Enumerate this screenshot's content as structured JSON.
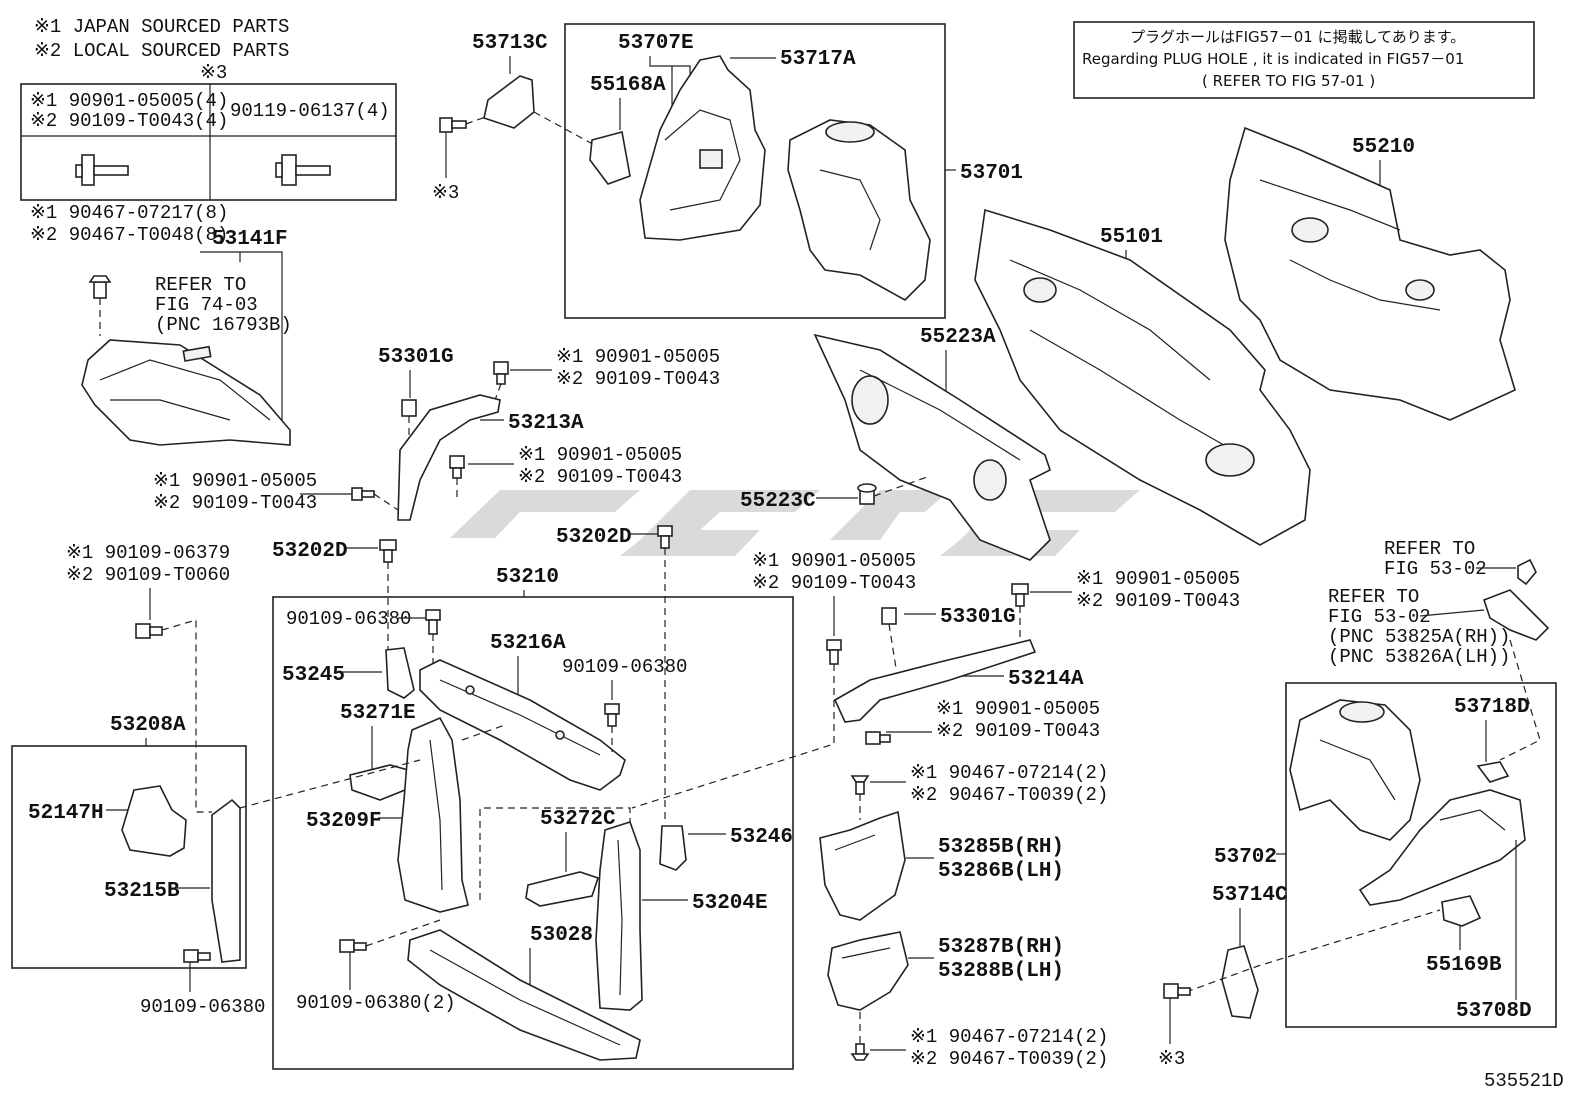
{
  "notes": {
    "japan": "※1 JAPAN SOURCED PARTS",
    "local": "※2 LOCAL SOURCED PARTS",
    "mark3": "※3",
    "mark3_a": "※3",
    "mark3_b": "※3"
  },
  "bolt_table": {
    "c1_l1": "※1 90901-05005(4)",
    "c1_l2": "※2 90109-T0043(4)",
    "c2_l1": "90119-06137(4)"
  },
  "plug_note": {
    "line1": "プラグホールはFIG57－01 に掲載してあります。",
    "line2": "Regarding PLUG HOLE , it is indicated in FIG57－01",
    "line3": "(  REFER TO FIG 57-01  )"
  },
  "refer_74": {
    "l1": "REFER TO",
    "l2": "FIG 74-03",
    "l3": "(PNC 16793B)"
  },
  "refer_53a": {
    "l1": "REFER TO",
    "l2": "FIG 53-02"
  },
  "refer_53b": {
    "l1": "REFER TO",
    "l2": "FIG 53-02",
    "l3": "(PNC 53825A(RH))",
    "l4": "(PNC 53826A(LH))"
  },
  "clip_top": {
    "l1": "※1 90467-07217(8)",
    "l2": "※2 90467-T0048(8)"
  },
  "bolt_a": {
    "l1": "※1 90901-05005",
    "l2": "※2 90109-T0043"
  },
  "bolt_b": {
    "l1": "※1 90901-05005",
    "l2": "※2 90109-T0043"
  },
  "bolt_c": {
    "l1": "※1 90901-05005",
    "l2": "※2 90109-T0043"
  },
  "bolt_d": {
    "l1": "※1 90109-06379",
    "l2": "※2 90109-T0060"
  },
  "bolt_e": {
    "l1": "※1 90901-05005",
    "l2": "※2 90109-T0043"
  },
  "bolt_f": {
    "l1": "※1 90901-05005",
    "l2": "※2 90109-T0043"
  },
  "bolt_g": {
    "l1": "※1 90901-05005",
    "l2": "※2 90109-T0043"
  },
  "clip_mid": {
    "l1": "※1  90467-07214(2)",
    "l2": "※2  90467-T0039(2)"
  },
  "clip_bot": {
    "l1": "※1  90467-07214(2)",
    "l2": "※2  90467-T0039(2)"
  },
  "parts": {
    "p53713C": "53713C",
    "p53707E": "53707E",
    "p53717A": "53717A",
    "p55168A": "55168A",
    "p53701": "53701",
    "p55210": "55210",
    "p55101": "55101",
    "p53141F": "53141F",
    "p55223A": "55223A",
    "p53301G_a": "53301G",
    "p53213A": "53213A",
    "p55223C": "55223C",
    "p53202D_a": "53202D",
    "p53202D_b": "53202D",
    "p53210": "53210",
    "p90109_06380_a": "90109-06380",
    "p90109_06380_b": "90109-06380",
    "p90109_06380_c": "90109-06380",
    "p90109_06380_2": "90109-06380(2)",
    "p53216A": "53216A",
    "p53245": "53245",
    "p53271E": "53271E",
    "p53208A": "53208A",
    "p52147H": "52147H",
    "p53209F": "53209F",
    "p53215B": "53215B",
    "p53272C": "53272C",
    "p53246": "53246",
    "p53204E": "53204E",
    "p53028": "53028",
    "p53301G_b": "53301G",
    "p53214A": "53214A",
    "p53285B": "53285B(RH)",
    "p53286B": "53286B(LH)",
    "p53287B": "53287B(RH)",
    "p53288B": "53288B(LH)",
    "p53718D": "53718D",
    "p53702": "53702",
    "p53714C": "53714C",
    "p55169B": "55169B",
    "p53708D": "53708D"
  },
  "figure_id": "535521D"
}
